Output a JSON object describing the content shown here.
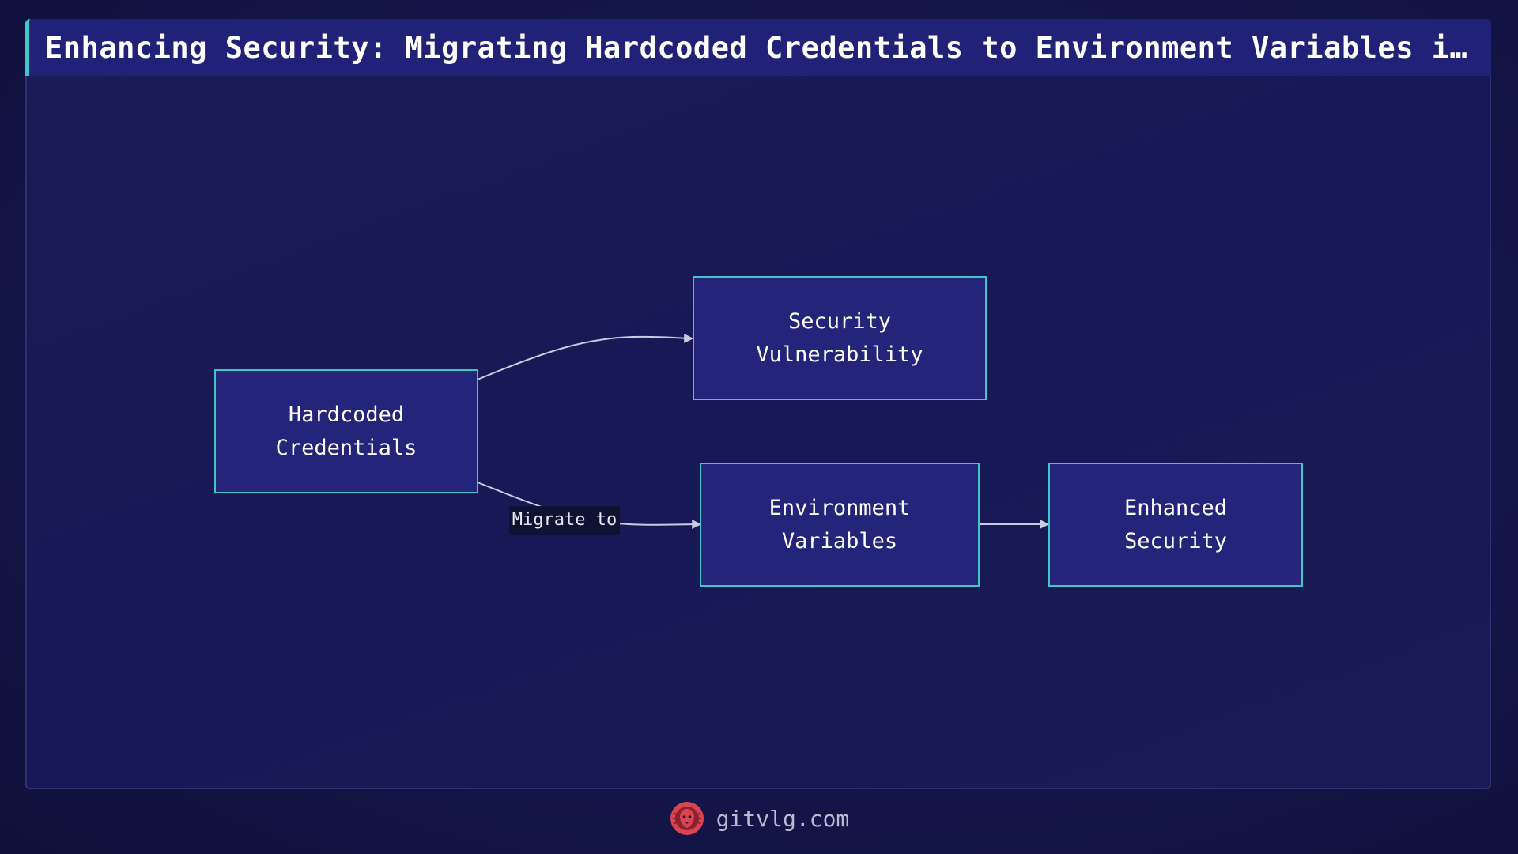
{
  "header": {
    "title": "Enhancing Security: Migrating Hardcoded Credentials to Environment Variables in…"
  },
  "diagram": {
    "nodes": {
      "hardcoded": "Hardcoded\nCredentials",
      "vulnerability": "Security\nVulnerability",
      "env_vars": "Environment\nVariables",
      "enhanced": "Enhanced\nSecurity"
    },
    "edges": {
      "migrate_label": "Migrate to"
    }
  },
  "footer": {
    "brand": "gitvlg.com",
    "logo_icon": "lion-head-icon"
  },
  "colors": {
    "background": "#111238",
    "title_bar": "#212277",
    "accent": "#3ec7c4",
    "node_fill": "#23247a",
    "edge": "#c9cbe0",
    "logo": "#d8444f"
  }
}
